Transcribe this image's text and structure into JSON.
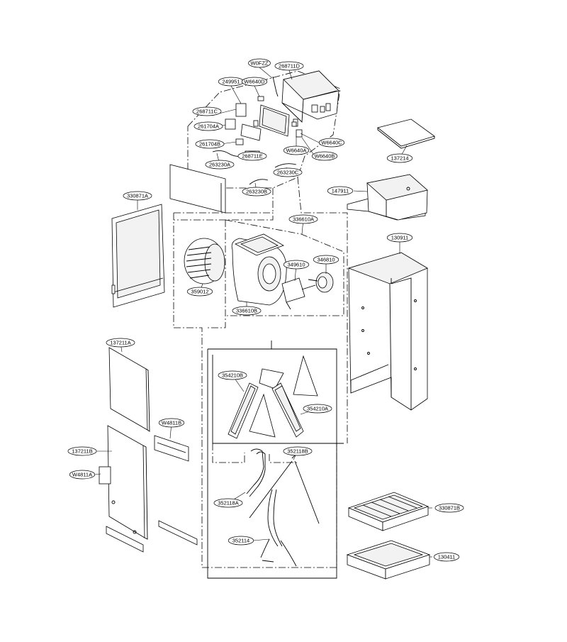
{
  "callouts": [
    {
      "id": "W0FZZ",
      "label": "W0FZZ"
    },
    {
      "id": "268711D",
      "label": "268711D"
    },
    {
      "id": "249951",
      "label": "249951"
    },
    {
      "id": "W6640D",
      "label": "W6640D"
    },
    {
      "id": "268711C",
      "label": "268711C"
    },
    {
      "id": "261704A",
      "label": "261704A"
    },
    {
      "id": "261704B",
      "label": "261704B"
    },
    {
      "id": "268711E",
      "label": "268711E"
    },
    {
      "id": "W6640C",
      "label": "W6640C"
    },
    {
      "id": "W6640A",
      "label": "W6640A"
    },
    {
      "id": "W6640B",
      "label": "W6640B"
    },
    {
      "id": "263230A",
      "label": "263230A"
    },
    {
      "id": "263230C",
      "label": "263230C"
    },
    {
      "id": "263230B",
      "label": "263230B"
    },
    {
      "id": "137214",
      "label": "137214"
    },
    {
      "id": "147911",
      "label": "147911"
    },
    {
      "id": "330871A",
      "label": "330871A"
    },
    {
      "id": "336610A",
      "label": "336610A"
    },
    {
      "id": "130911",
      "label": "130911"
    },
    {
      "id": "349610",
      "label": "349610"
    },
    {
      "id": "346810",
      "label": "346810"
    },
    {
      "id": "359012",
      "label": "359012"
    },
    {
      "id": "336610B",
      "label": "336610B"
    },
    {
      "id": "137211A",
      "label": "137211A"
    },
    {
      "id": "354210B",
      "label": "354210B"
    },
    {
      "id": "354210A",
      "label": "354210A"
    },
    {
      "id": "W4811B",
      "label": "W4811B"
    },
    {
      "id": "137211B",
      "label": "137211B"
    },
    {
      "id": "352118B",
      "label": "352118B"
    },
    {
      "id": "W4811A",
      "label": "W4811A"
    },
    {
      "id": "352118A",
      "label": "352118A"
    },
    {
      "id": "352114",
      "label": "352114"
    },
    {
      "id": "330871B",
      "label": "330871B"
    },
    {
      "id": "130411",
      "label": "130411"
    }
  ]
}
